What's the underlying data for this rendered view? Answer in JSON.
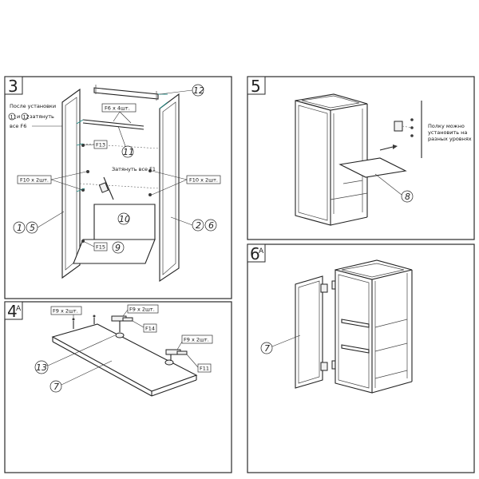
{
  "panels": {
    "p3": {
      "step": "3",
      "note": "После установки",
      "note_line2_a": "11",
      "note_line2_mid": "и",
      "note_line2_b": "12",
      "note_line2_end": "затянуть",
      "note_line3": "все F6",
      "label_f6": "F6 x 4шт.",
      "label_f13": "F13",
      "label_f10_left": "F10 x 2шт.",
      "label_f10_right": "F10 x 2шт.",
      "label_f15": "F15",
      "label_tighten": "Затянуть все F1",
      "parts": [
        "12",
        "11",
        "10",
        "9",
        "1",
        "5",
        "2",
        "6"
      ]
    },
    "p5": {
      "step": "5",
      "note_line1": "Полку можно",
      "note_line2": "установить на",
      "note_line3": "разных уровнях",
      "parts": [
        "8"
      ]
    },
    "p4": {
      "step": "4",
      "step_sup": "A",
      "label_f9_a": "F9 x 2шт.",
      "label_f9_b": "F9 x 2шт.",
      "label_f9_c": "F9 x 2шт.",
      "label_f14": "F14",
      "label_f11": "F11",
      "parts": [
        "13",
        "7"
      ]
    },
    "p6": {
      "step": "6",
      "step_sup": "A",
      "parts": [
        "7"
      ]
    }
  },
  "colors": {
    "line": "#222222",
    "accent_leader": "#1f8c86",
    "frame": "#2a2a2a"
  }
}
